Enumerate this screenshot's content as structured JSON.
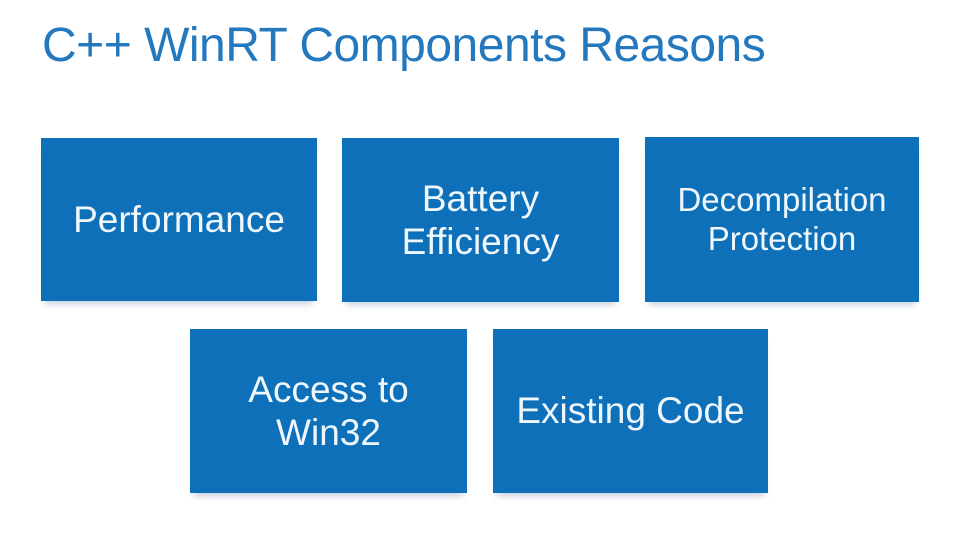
{
  "slide": {
    "title": "C++ WinRT Components Reasons",
    "colors": {
      "background": "#FFFFFF",
      "title_text": "#2478BE",
      "box_fill": "#0D70B8",
      "box_text": "#EFF7FD"
    },
    "boxes": [
      {
        "id": "performance",
        "label": "Performance"
      },
      {
        "id": "battery-efficiency",
        "label": "Battery\nEfficiency"
      },
      {
        "id": "decompilation-protection",
        "label": "Decompilation\nProtection"
      },
      {
        "id": "access-to-win32",
        "label": "Access to\nWin32"
      },
      {
        "id": "existing-code",
        "label": "Existing Code"
      }
    ]
  }
}
